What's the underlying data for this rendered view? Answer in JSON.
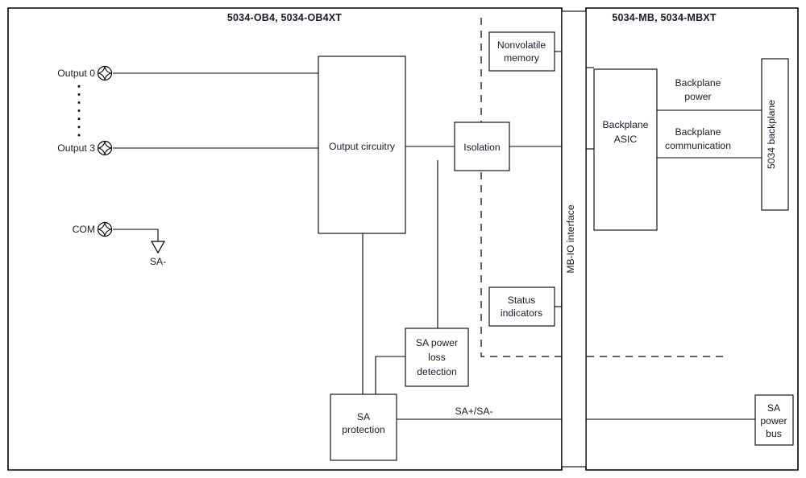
{
  "diagram": {
    "type": "block-diagram",
    "title_left": "5034-OB4, 5034-OB4XT",
    "title_right": "5034-MB, 5034-MBXT",
    "background_color": "#ffffff",
    "line_color": "#000000",
    "text_color": "#1a1a2e"
  },
  "terminals": [
    {
      "label": "Output 0",
      "icon": "screw-terminal-icon"
    },
    {
      "label": "Output 3",
      "icon": "screw-terminal-icon"
    },
    {
      "label": "COM",
      "icon": "screw-terminal-icon"
    }
  ],
  "ellipsis_note": "vertical dotted line indicating Output 1 and Output 2 omitted",
  "blocks": [
    {
      "id": "output-circuitry",
      "label": "Output circuitry"
    },
    {
      "id": "isolation",
      "label": "Isolation"
    },
    {
      "id": "nonvolatile-memory",
      "label_line1": "Nonvolatile",
      "label_line2": "memory"
    },
    {
      "id": "status-indicators",
      "label_line1": "Status",
      "label_line2": "indicators"
    },
    {
      "id": "sa-power-loss-detection",
      "label_line1": "SA power",
      "label_line2": "loss",
      "label_line3": "detection"
    },
    {
      "id": "sa-protection",
      "label_line1": "SA",
      "label_line2": "protection"
    },
    {
      "id": "mb-io-interface",
      "label": "MB-IO interface",
      "orientation": "vertical"
    },
    {
      "id": "backplane-asic",
      "label_line1": "Backplane",
      "label_line2": "ASIC"
    },
    {
      "id": "backplane-5034",
      "label": "5034 backplane",
      "orientation": "vertical"
    },
    {
      "id": "sa-power-bus",
      "label_line1": "SA",
      "label_line2": "power",
      "label_line3": "bus"
    }
  ],
  "wire_labels": [
    {
      "id": "backplane-power",
      "line1": "Backplane",
      "line2": "power"
    },
    {
      "id": "backplane-communication",
      "line1": "Backplane",
      "line2": "communication"
    },
    {
      "id": "sa-plus-minus",
      "text": "SA+/SA-"
    },
    {
      "id": "sa-minus",
      "text": "SA-"
    }
  ]
}
